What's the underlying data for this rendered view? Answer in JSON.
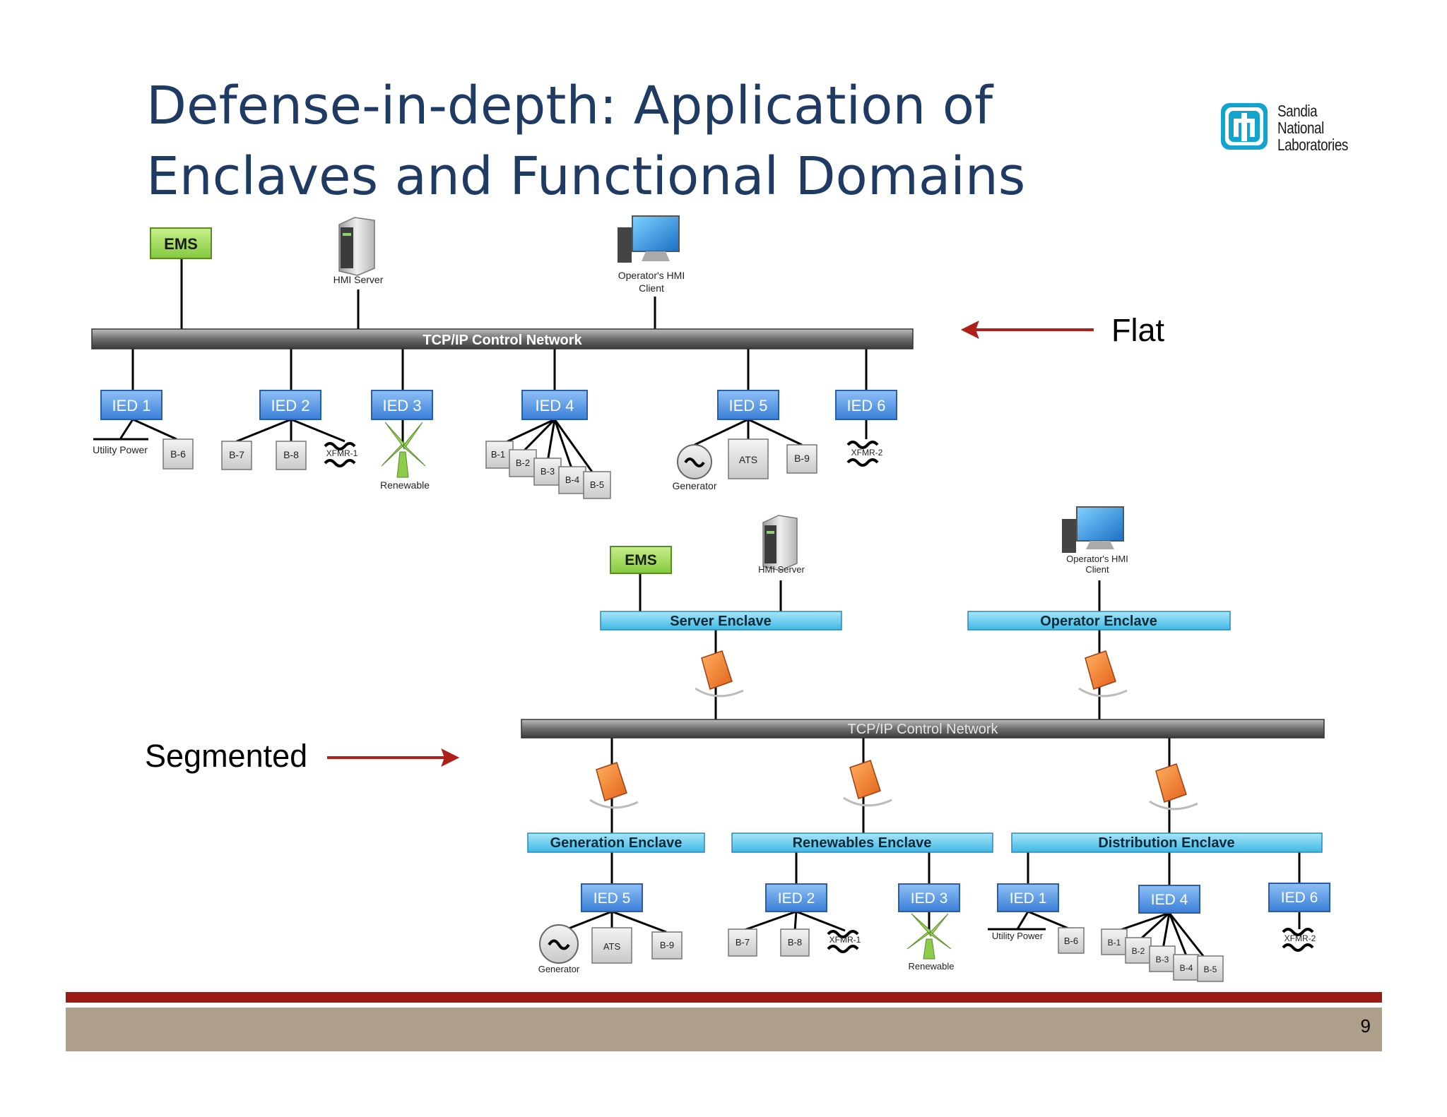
{
  "slide": {
    "title_line1": "Defense-in-depth: Application of",
    "title_line2": "Enclaves and Functional Domains",
    "page_number": "9",
    "colors": {
      "title": "#1f3a63",
      "arrow": "#b0201a",
      "footer_red": "#9b1c16",
      "footer_tan": "#ad9f89",
      "ied": "#4a8de0",
      "enclave": "#5cc6ea",
      "ems": "#9bd85a"
    }
  },
  "logo": {
    "line1": "Sandia",
    "line2": "National",
    "line3": "Laboratories",
    "icon": "sandia-thunderbird-icon"
  },
  "labels": {
    "flat": "Flat",
    "segmented": "Segmented"
  },
  "flat": {
    "network": "TCP/IP Control Network",
    "ems": "EMS",
    "hmi_server": "HMI Server",
    "client_line1": "Operator's HMI",
    "client_line2": "Client",
    "ieds": [
      "IED 1",
      "IED 2",
      "IED 3",
      "IED 4",
      "IED 5",
      "IED 6"
    ],
    "devices": {
      "utility_power": "Utility Power",
      "b6": "B-6",
      "b7": "B-7",
      "b8": "B-8",
      "xfmr1": "XFMR-1",
      "renewable": "Renewable",
      "b1": "B-1",
      "b2": "B-2",
      "b3": "B-3",
      "b4": "B-4",
      "b5": "B-5",
      "generator": "Generator",
      "ats": "ATS",
      "b9": "B-9",
      "xfmr2": "XFMR-2"
    }
  },
  "segmented": {
    "network": "TCP/IP Control Network",
    "ems": "EMS",
    "hmi_server": "HMI Server",
    "client_line1": "Operator's HMI",
    "client_line2": "Client",
    "server_enclave": "Server Enclave",
    "operator_enclave": "Operator Enclave",
    "generation_enclave": "Generation Enclave",
    "renewables_enclave": "Renewables Enclave",
    "distribution_enclave": "Distribution Enclave",
    "ieds": [
      "IED 5",
      "IED 2",
      "IED 3",
      "IED 1",
      "IED 4",
      "IED 6"
    ],
    "devices": {
      "generator": "Generator",
      "ats": "ATS",
      "b9": "B-9",
      "b7": "B-7",
      "b8": "B-8",
      "xfmr1": "XFMR-1",
      "renewable": "Renewable",
      "utility_power": "Utility Power",
      "b6": "B-6",
      "b1": "B-1",
      "b2": "B-2",
      "b3": "B-3",
      "b4": "B-4",
      "b5": "B-5",
      "xfmr2": "XFMR-2"
    }
  }
}
